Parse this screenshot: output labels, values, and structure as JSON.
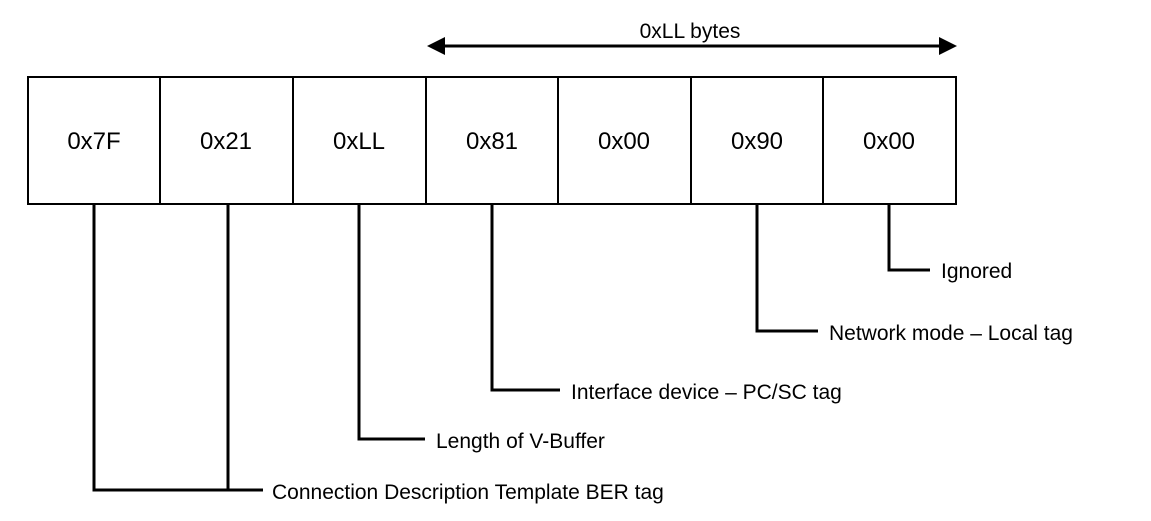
{
  "span_label": "0xLL bytes",
  "bytes": [
    "0x7F",
    "0x21",
    "0xLL",
    "0x81",
    "0x00",
    "0x90",
    "0x00"
  ],
  "labels": {
    "ignored": "Ignored",
    "network_mode": "Network mode – Local tag",
    "interface_device": "Interface device – PC/SC tag",
    "length": "Length of V-Buffer",
    "connection": "Connection Description Template BER tag"
  }
}
